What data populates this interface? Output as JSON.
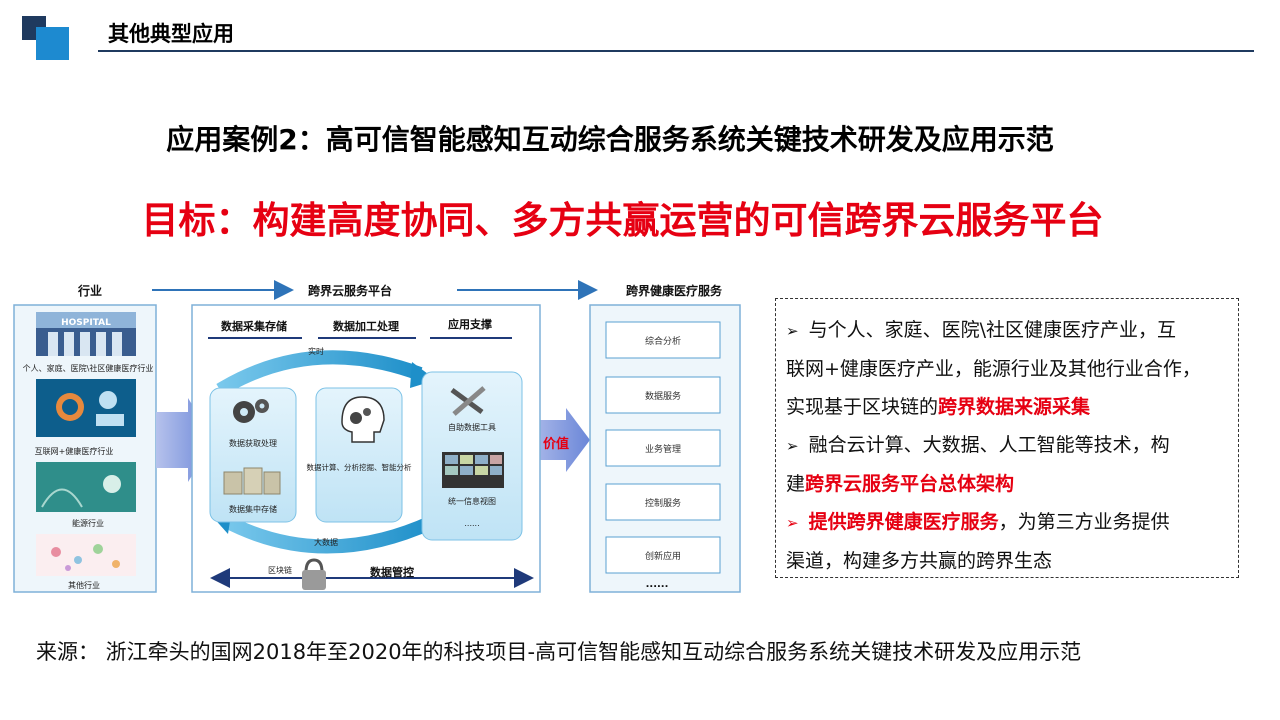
{
  "header": {
    "title": "其他典型应用"
  },
  "subtitle": "应用案例2：高可信智能感知互动综合服务系统关键技术研发及应用示范",
  "headline": "目标：构建高度协同、多方共赢运营的可信跨界云服务平台",
  "diagram": {
    "col_headers": [
      "行业",
      "跨界云服务平台",
      "跨界健康医疗服务"
    ],
    "industries": [
      {
        "label": "个人、家庭、医院\\社区健康医疗行业",
        "image_text": "HOSPITAL"
      },
      {
        "label": "互联网+健康医疗行业"
      },
      {
        "label": "能源行业"
      },
      {
        "label": "其他行业"
      }
    ],
    "platform_tabs": [
      "数据采集存储",
      "数据加工处理",
      "应用支撑"
    ],
    "platform": {
      "realtime": "实时",
      "collect": "数据获取处理",
      "storage": "数据集中存储",
      "compute": "数据计算、分析挖掘、智能分析",
      "tools": "自助数据工具",
      "view": "统一信息视图",
      "more": "......",
      "bigdata": "大数据",
      "blockchain": "区块链",
      "governance": "数据管控",
      "value": "价值"
    },
    "services": [
      "综合分析",
      "数据服务",
      "业务管理",
      "控制服务",
      "创新应用"
    ],
    "services_more": "......"
  },
  "info": {
    "bullet1_a": "与个人、家庭、医院\\社区健康医疗产业，互",
    "bullet1_b": "联网+健康医疗产业，能源行业及其他行业合作，",
    "bullet1_c": "实现基于区块链的",
    "bullet1_hl": "跨界数据来源采集",
    "bullet2_a": "融合云计算、大数据、人工智能等技术，构",
    "bullet2_b": "建",
    "bullet2_hl": "跨界云服务平台总体架构",
    "bullet3_hl": "提供跨界健康医疗服务",
    "bullet3_a": "，为第三方业务提供",
    "bullet3_b": "渠道，构建多方共赢的跨界生态",
    "bullet_symbol": "➢"
  },
  "source": "来源：  浙江牵头的国网2018年至2020年的科技项目-高可信智能感知互动综合服务系统关键技术研发及应用示范",
  "colors": {
    "accent_red": "#e60012",
    "navy": "#1f3a5f",
    "blue": "#1d8ad0"
  }
}
